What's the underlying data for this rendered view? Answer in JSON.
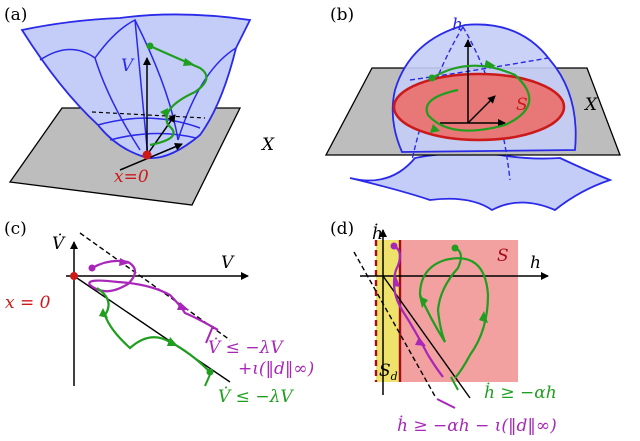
{
  "panels": {
    "a": {
      "tag": "(a)",
      "surface_label": "V",
      "plane_label": "X",
      "origin_label": "x=0",
      "colors": {
        "surface": "#2a2ae8",
        "surface_fill": "#c4cdf7",
        "plane": "#bdbdbd",
        "trajectory": "#1f9e1f",
        "origin": "#cc1a1a"
      }
    },
    "b": {
      "tag": "(b)",
      "surface_label": "h",
      "plane_label": "X",
      "set_label": "S",
      "colors": {
        "surface": "#2a2ae8",
        "surface_fill": "#c4cdf7",
        "set_fill": "#e87878",
        "set_edge": "#cc1a1a",
        "trajectory": "#1f9e1f"
      }
    },
    "c": {
      "tag": "(c)",
      "y_axis_label": "V̇",
      "x_axis_label": "V",
      "origin_label": "x = 0",
      "bound_disturbed_line1": "V̇ ≤ −λV",
      "bound_disturbed_line2": "+ι(‖d‖∞)",
      "bound_nominal": "V̇ ≤ −λV",
      "colors": {
        "nominal": "#1f9e1f",
        "disturbed": "#a826b8",
        "origin": "#cc1a1a"
      }
    },
    "d": {
      "tag": "(d)",
      "y_axis_label": "ḣ",
      "x_axis_label": "h",
      "set_label": "S",
      "set_d_label": "S",
      "set_d_sub": "d",
      "bound_nominal": "ḣ ≥ −αh",
      "bound_disturbed": "ḣ ≥ −αh − ι(‖d‖∞)",
      "colors": {
        "set_fill": "#f2a0a0",
        "set_d_fill": "#eee26a",
        "boundary": "#a30d1a",
        "nominal": "#1f9e1f",
        "disturbed": "#a826b8"
      }
    }
  }
}
